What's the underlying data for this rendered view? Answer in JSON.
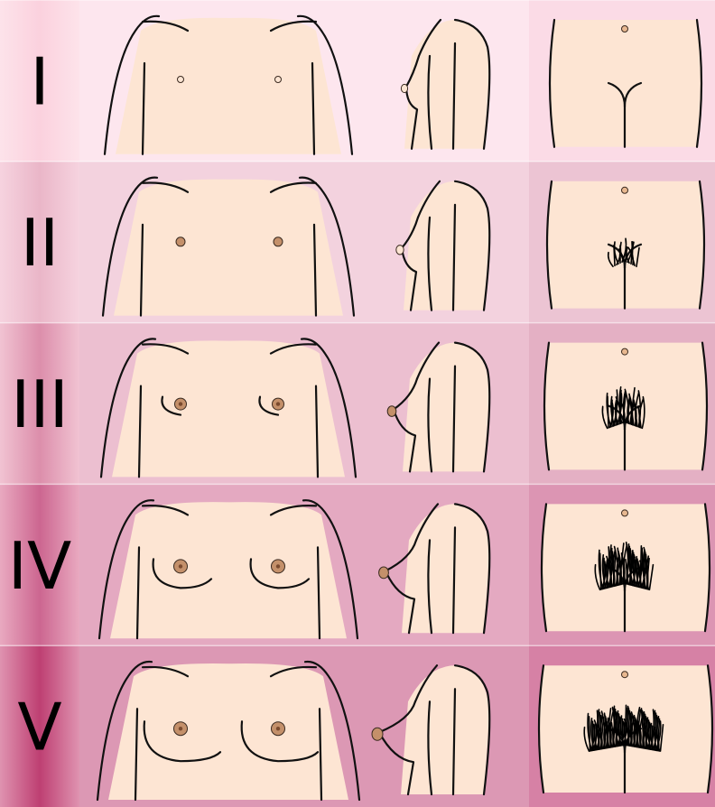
{
  "stages": [
    {
      "label": "I",
      "stage": 1,
      "label_bg": [
        "#fde3ea",
        "#fbd1de",
        "#fde3ea"
      ],
      "front_bg": "#fde6ee",
      "side_bg": "#fde6ee",
      "pubic_bg": "#fbdbe6"
    },
    {
      "label": "II",
      "stage": 2,
      "label_bg": [
        "#f6d3df",
        "#eab6c8",
        "#f6d3df"
      ],
      "front_bg": "#f3d2de",
      "side_bg": "#f3d2de",
      "pubic_bg": "#ecc4d3"
    },
    {
      "label": "III",
      "stage": 3,
      "label_bg": [
        "#f1c3d2",
        "#dc8eab",
        "#f1c3d2"
      ],
      "front_bg": "#ecbfd0",
      "side_bg": "#ecbfd0",
      "pubic_bg": "#e4b0c4"
    },
    {
      "label": "IV",
      "stage": 4,
      "label_bg": [
        "#e9a9c0",
        "#cc6690",
        "#e9a9c0"
      ],
      "front_bg": "#e4a9c1",
      "side_bg": "#e4a9c1",
      "pubic_bg": "#dc95b3"
    },
    {
      "label": "V",
      "stage": 5,
      "label_bg": [
        "#df93b0",
        "#be3f72",
        "#df93b0"
      ],
      "front_bg": "#dc98b4",
      "side_bg": "#dc98b4",
      "pubic_bg": "#d681a5"
    }
  ],
  "colors": {
    "skin": "#fde5d3",
    "outline": "#111111",
    "areola": "#c4906a",
    "areola_dark": "#a8704c",
    "nipple_center": "#7a4a2e",
    "navel": "#e8b890",
    "hair": "#000000"
  }
}
